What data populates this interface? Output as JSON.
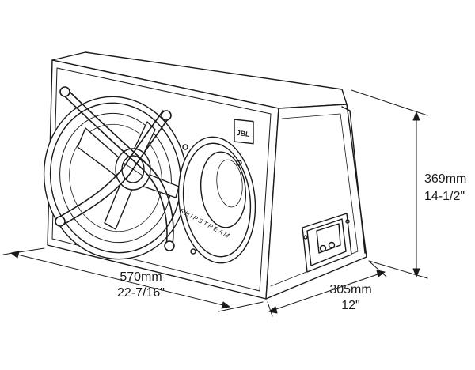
{
  "dimensions": {
    "width": {
      "metric": "570mm",
      "imperial": "22-7/16\""
    },
    "depth": {
      "metric": "305mm",
      "imperial": "12\""
    },
    "height": {
      "metric": "369mm",
      "imperial": "14-1/2\""
    }
  },
  "brand": {
    "logo_text": "JBL",
    "port_text": "SHIPSTREAM"
  },
  "colors": {
    "line": "#1a1a1a",
    "fill": "#ffffff"
  }
}
